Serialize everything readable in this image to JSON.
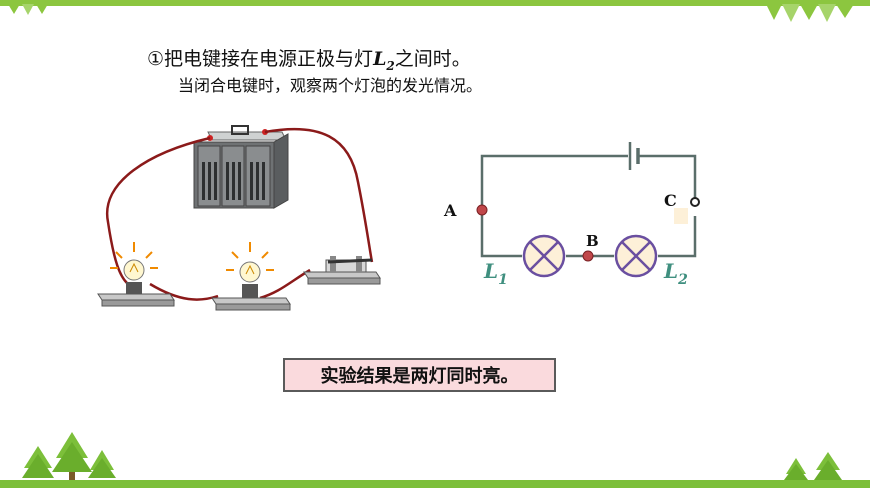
{
  "header": {
    "circled_number": "①",
    "line1_pre": "把电键接在电源正极与灯",
    "line1_var": "L",
    "line1_sub": "2",
    "line1_post": "之间时。",
    "line2": "当闭合电键时，观察两个灯泡的发光情况。"
  },
  "circuit": {
    "point_a": "A",
    "point_b": "B",
    "point_c": "C",
    "lamp1_letter": "L",
    "lamp1_sub": "1",
    "lamp2_letter": "L",
    "lamp2_sub": "2"
  },
  "result": "实验结果是两灯同时亮。",
  "colors": {
    "accent_green": "#8cc63f",
    "label_teal": "#3f8f7f",
    "wire": "#5a6e6a",
    "cable": "#8b1a1a",
    "result_bg": "#fadadd"
  }
}
